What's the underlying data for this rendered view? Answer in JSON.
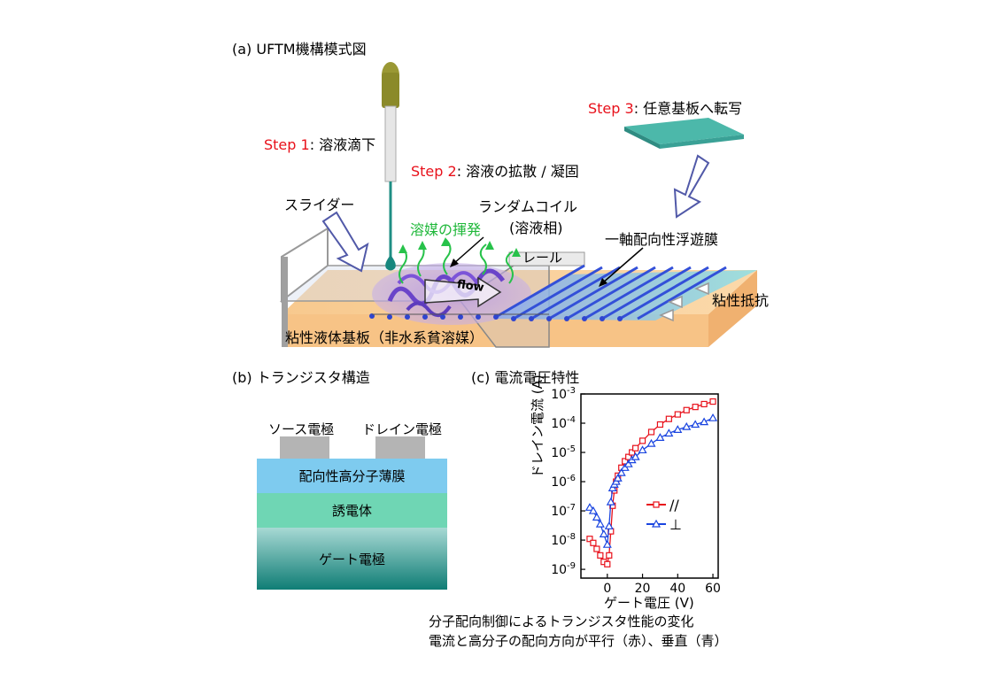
{
  "panel_a": {
    "title": "(a) UFTM機構模式図",
    "step1_prefix": "Step 1",
    "step1_text": ": 溶液滴下",
    "step2_prefix": "Step 2",
    "step2_text": ": 溶液の拡散 / 凝固",
    "step3_prefix": "Step 3",
    "step3_text": ": 任意基板へ転写",
    "slider": "スライダー",
    "evaporation": "溶媒の揮発",
    "random_coil": "ランダムコイル",
    "solution_phase": "(溶液相)",
    "uniaxial_film": "一軸配向性浮遊膜",
    "rail": "レール",
    "flow": "flow",
    "viscous_resistance": "粘性抵抗",
    "substrate": "粘性液体基板（非水系貧溶媒）"
  },
  "panel_b": {
    "title": "(b) トランジスタ構造",
    "source": "ソース電極",
    "drain": "ドレイン電極",
    "polymer_film": "配向性高分子薄膜",
    "dielectric": "誘電体",
    "gate": "ゲート電極",
    "colors": {
      "electrode": "#b4b4b4",
      "polymer": "#7ecbef",
      "dielectric": "#6fd6b4",
      "gate": "#1c8e86"
    }
  },
  "panel_c": {
    "title": "(c) 電流電圧特性",
    "caption_line1": "分子配向制御によるトランジスタ性能の変化",
    "caption_line2": "電流と高分子の配向方向が平行（赤）、垂直（青）"
  },
  "chart_data": {
    "type": "scatter",
    "xlabel": "ゲート電圧 (V)",
    "ylabel": "ドレイン電流 (A)",
    "xlim": [
      -15,
      63
    ],
    "ylim_log10": [
      -9.3,
      -3
    ],
    "log_y": true,
    "x_ticks": [
      "0",
      "20",
      "40",
      "60"
    ],
    "y_ticks": [
      "10-9",
      "10-8",
      "10-7",
      "10-6",
      "10-5",
      "10-4",
      "10-3"
    ],
    "series": [
      {
        "name": "//",
        "color": "#e8111b",
        "marker": "square",
        "x": [
          -10,
          -8,
          -6,
          -4,
          -2,
          0,
          1,
          2,
          3,
          4,
          5,
          6,
          8,
          10,
          12,
          14,
          16,
          20,
          25,
          30,
          35,
          40,
          45,
          50,
          55,
          60
        ],
        "y": [
          1.1e-08,
          8e-09,
          5e-09,
          3e-09,
          1.8e-09,
          1.5e-09,
          3e-09,
          2e-08,
          1.5e-07,
          5e-07,
          1e-06,
          1.6e-06,
          3e-06,
          5e-06,
          7e-06,
          1e-05,
          1.4e-05,
          2.5e-05,
          5e-05,
          9e-05,
          0.00014,
          0.0002,
          0.00028,
          0.00036,
          0.00045,
          0.00055
        ]
      },
      {
        "name": "⊥",
        "color": "#1a45e0",
        "marker": "triangle",
        "x": [
          -10,
          -8,
          -6,
          -4,
          -2,
          0,
          1,
          2,
          3,
          4,
          5,
          6,
          8,
          10,
          12,
          14,
          16,
          20,
          25,
          30,
          35,
          40,
          45,
          50,
          55,
          60
        ],
        "y": [
          1.3e-07,
          1e-07,
          6e-08,
          3.5e-08,
          1.6e-08,
          7e-09,
          3e-08,
          2e-07,
          6e-07,
          8e-07,
          1e-06,
          1.3e-06,
          2e-06,
          3e-06,
          4e-06,
          5.5e-06,
          7e-06,
          1.2e-05,
          2e-05,
          3.2e-05,
          4.5e-05,
          6e-05,
          7.5e-05,
          9e-05,
          0.00011,
          0.00015
        ]
      }
    ]
  }
}
